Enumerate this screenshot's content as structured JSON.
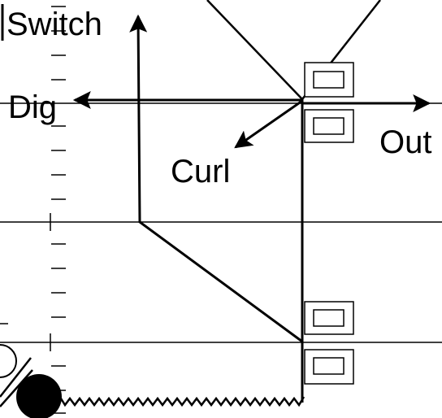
{
  "labels": {
    "switch": "Switch",
    "dig": "Dig",
    "curl": "Curl",
    "out": "Out"
  },
  "colors": {
    "ink": "#000000",
    "background": "#ffffff"
  }
}
